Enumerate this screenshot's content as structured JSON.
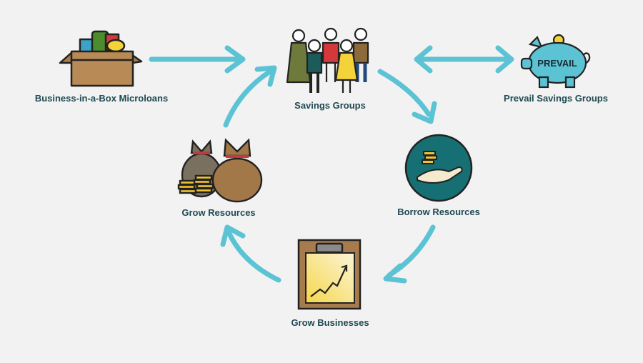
{
  "labels": {
    "microloans": "Business-in-a-Box Microloans",
    "savings_groups": "Savings Groups",
    "prevail": "Prevail Savings Groups",
    "borrow": "Borrow Resources",
    "grow_resources": "Grow Resources",
    "grow_businesses": "Grow Businesses"
  },
  "piggy_text": "PREVAIL",
  "icons": {
    "microloans": "open-box-with-goods-icon",
    "savings_groups": "group-of-people-icon",
    "prevail": "piggy-bank-icon",
    "borrow": "hand-receiving-coins-icon",
    "grow_resources": "money-bags-and-coins-icon",
    "grow_businesses": "clipboard-growth-chart-icon"
  },
  "colors": {
    "arrow": "#5bc3d4",
    "label_text": "#1f4a52",
    "teal_circle": "#156f73",
    "coin": "#f2c230"
  }
}
